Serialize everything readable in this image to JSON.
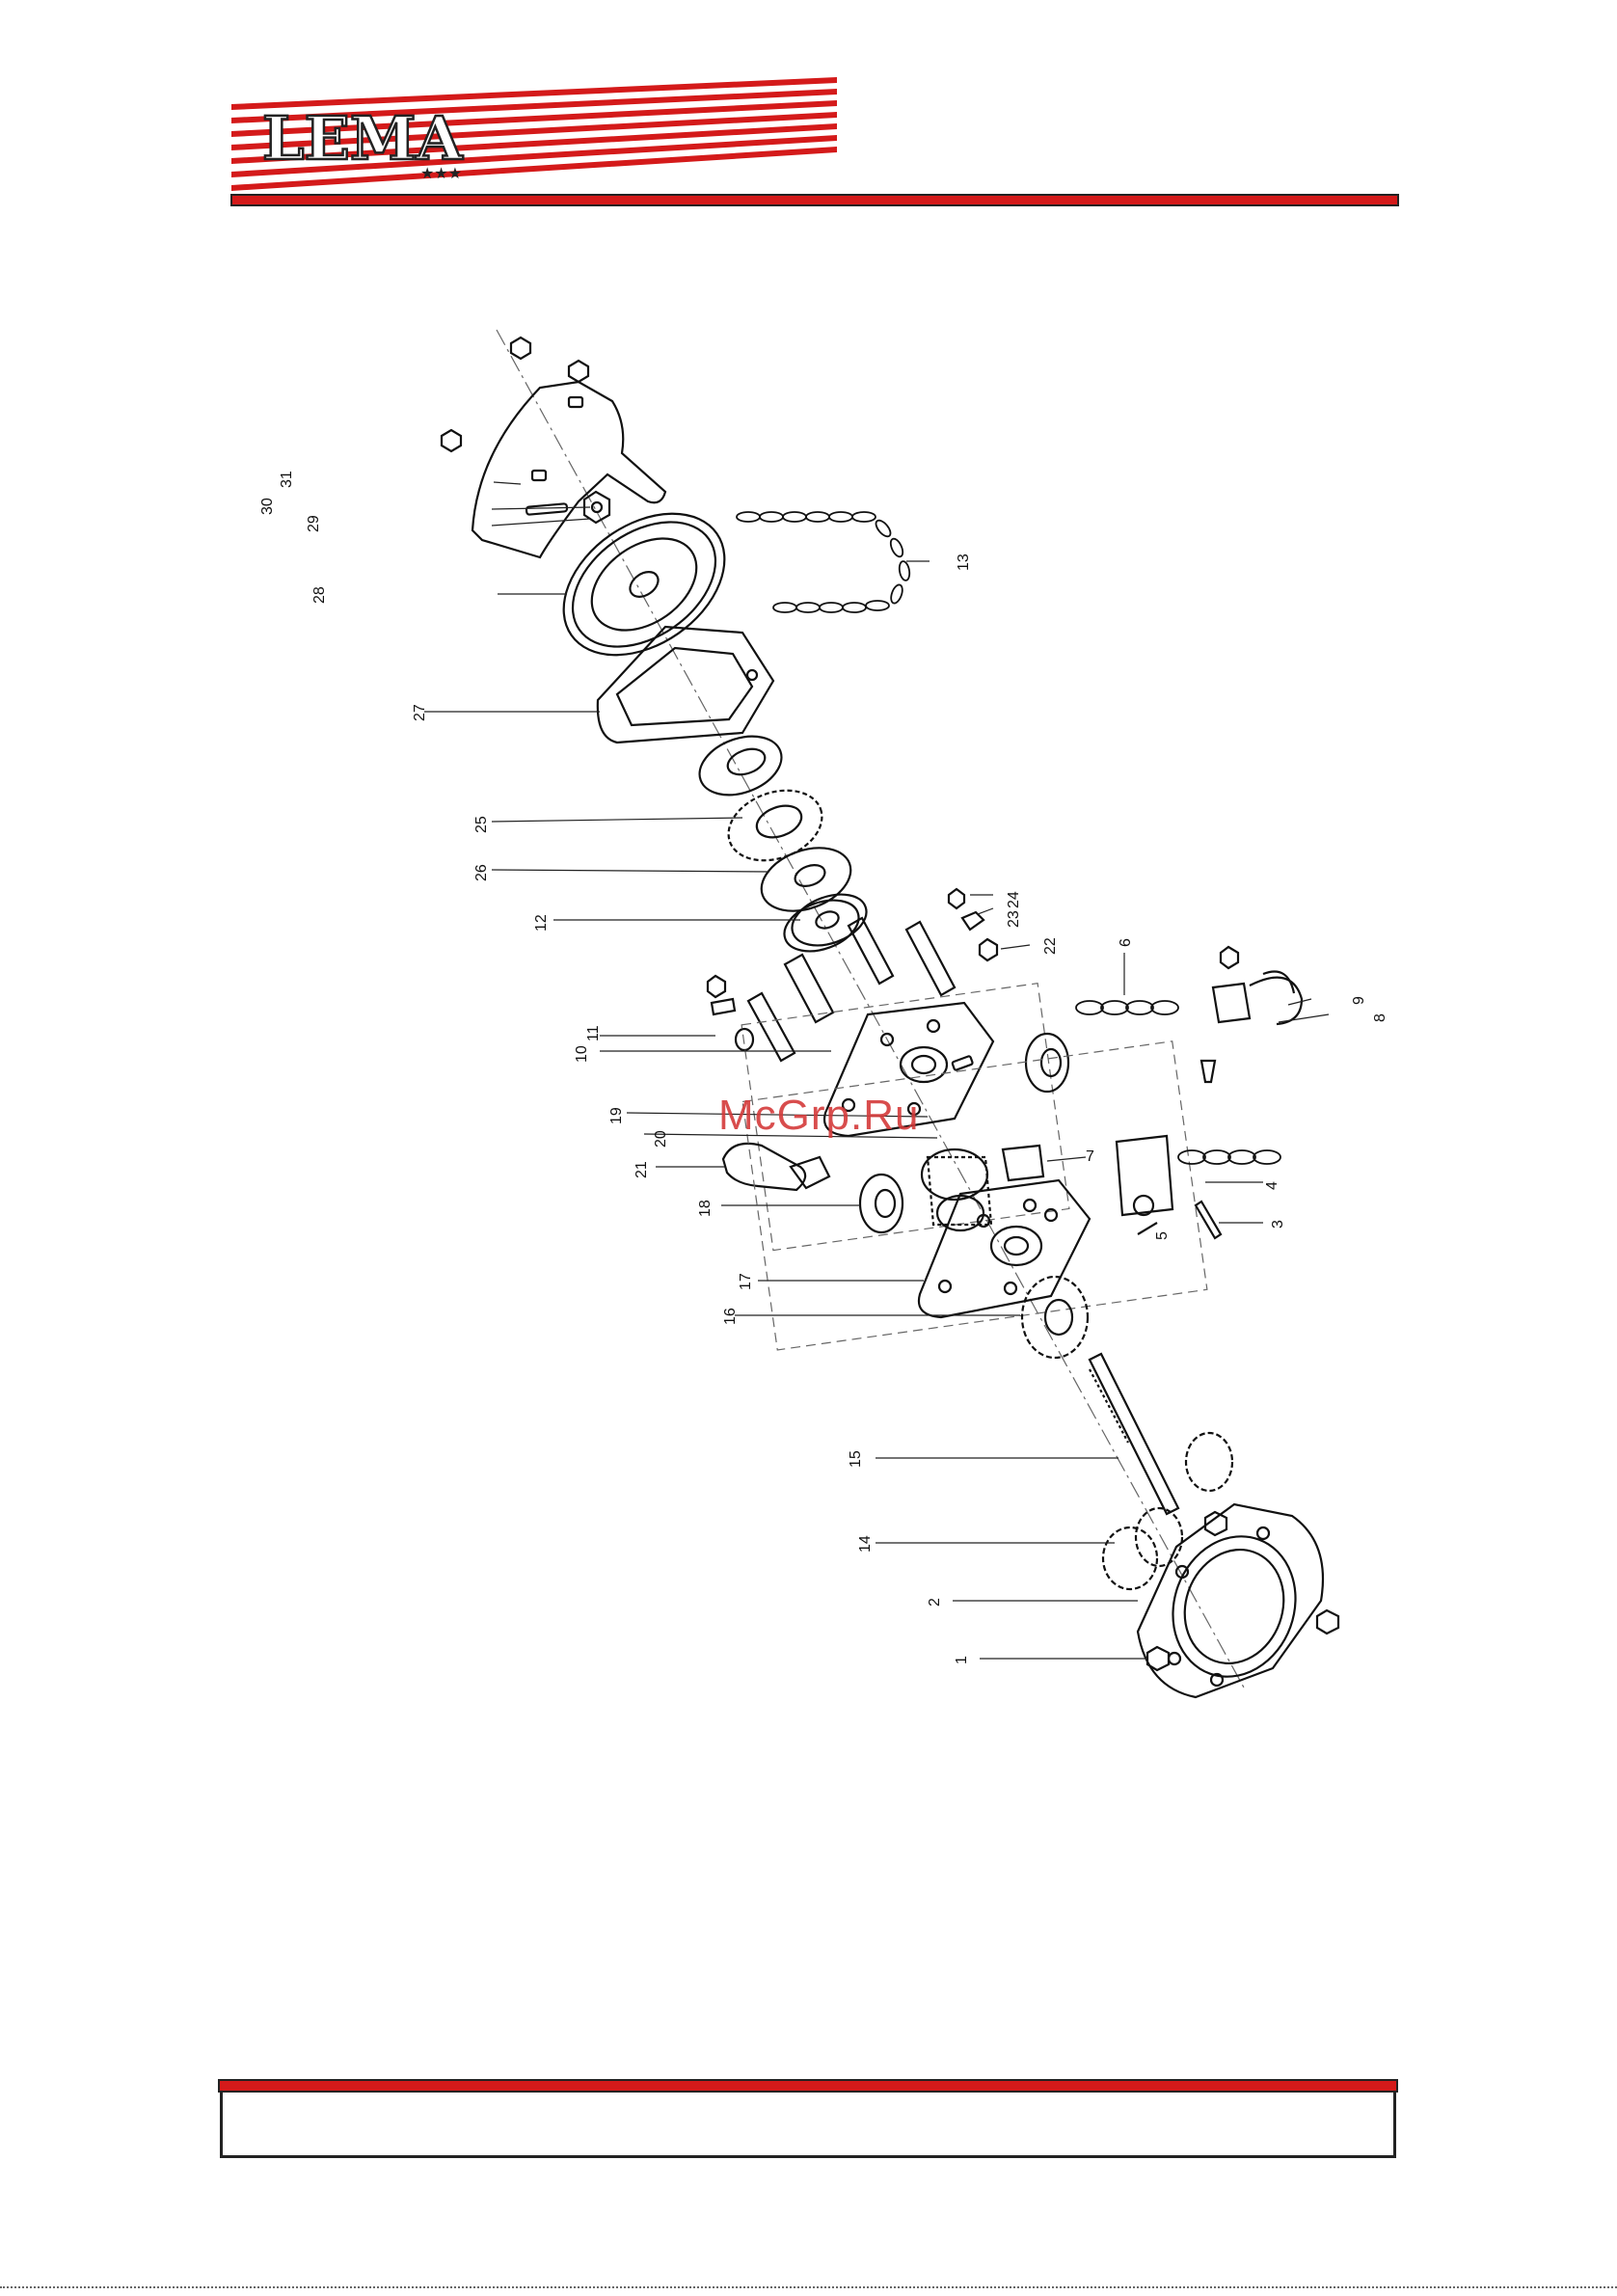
{
  "header": {
    "logo_text": "LEMA",
    "logo_stars": "★★★",
    "brand_color": "#d41a1a"
  },
  "watermark": {
    "text": "McGrp.Ru"
  },
  "diagram": {
    "part_labels": [
      "1",
      "2",
      "3",
      "4",
      "5",
      "6",
      "7",
      "8",
      "9",
      "10",
      "11",
      "12",
      "13",
      "14",
      "15",
      "16",
      "17",
      "18",
      "19",
      "20",
      "21",
      "22",
      "23",
      "24",
      "25",
      "26",
      "27",
      "28",
      "29",
      "30",
      "31"
    ]
  },
  "footer": {
    "text": ""
  }
}
